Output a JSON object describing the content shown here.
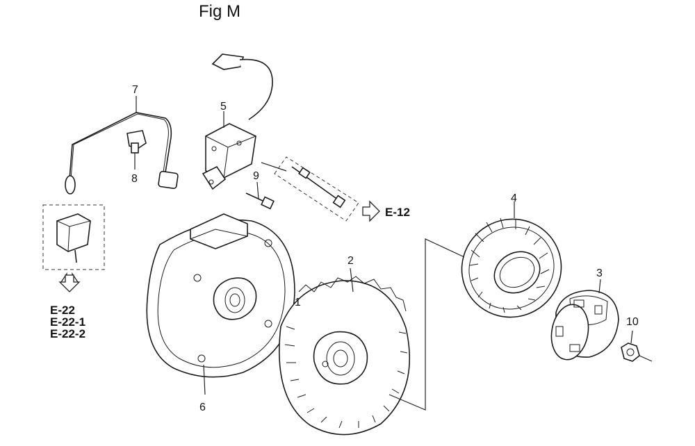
{
  "figure": {
    "title": "Fig M"
  },
  "callouts": [
    {
      "id": "1",
      "label": "1"
    },
    {
      "id": "2",
      "label": "2"
    },
    {
      "id": "3",
      "label": "3"
    },
    {
      "id": "4",
      "label": "4"
    },
    {
      "id": "5",
      "label": "5"
    },
    {
      "id": "6",
      "label": "6"
    },
    {
      "id": "7",
      "label": "7"
    },
    {
      "id": "8",
      "label": "8"
    },
    {
      "id": "9",
      "label": "9"
    },
    {
      "id": "10",
      "label": "10"
    }
  ],
  "references": {
    "e12": "E-12",
    "e22": "E-22",
    "e22_1": "E-22-1",
    "e22_2": "E-22-2"
  }
}
